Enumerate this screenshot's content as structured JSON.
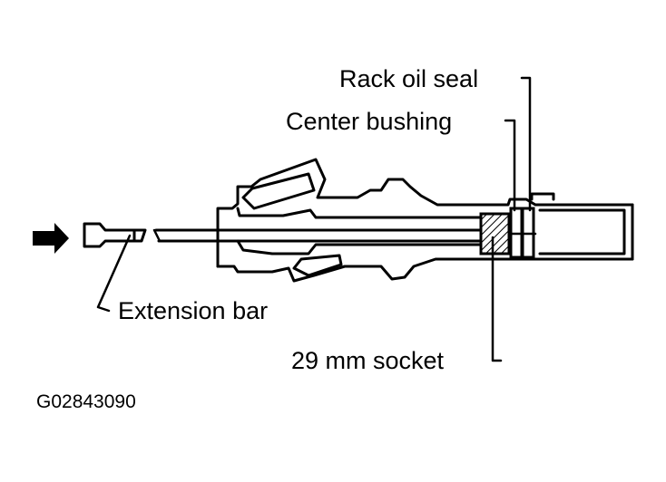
{
  "labels": {
    "rack_oil_seal": "Rack oil seal",
    "center_bushing": "Center bushing",
    "extension_bar": "Extension bar",
    "socket": "29 mm socket"
  },
  "figure_id": "G02843090",
  "colors": {
    "ink": "#000000",
    "paper": "#ffffff"
  }
}
